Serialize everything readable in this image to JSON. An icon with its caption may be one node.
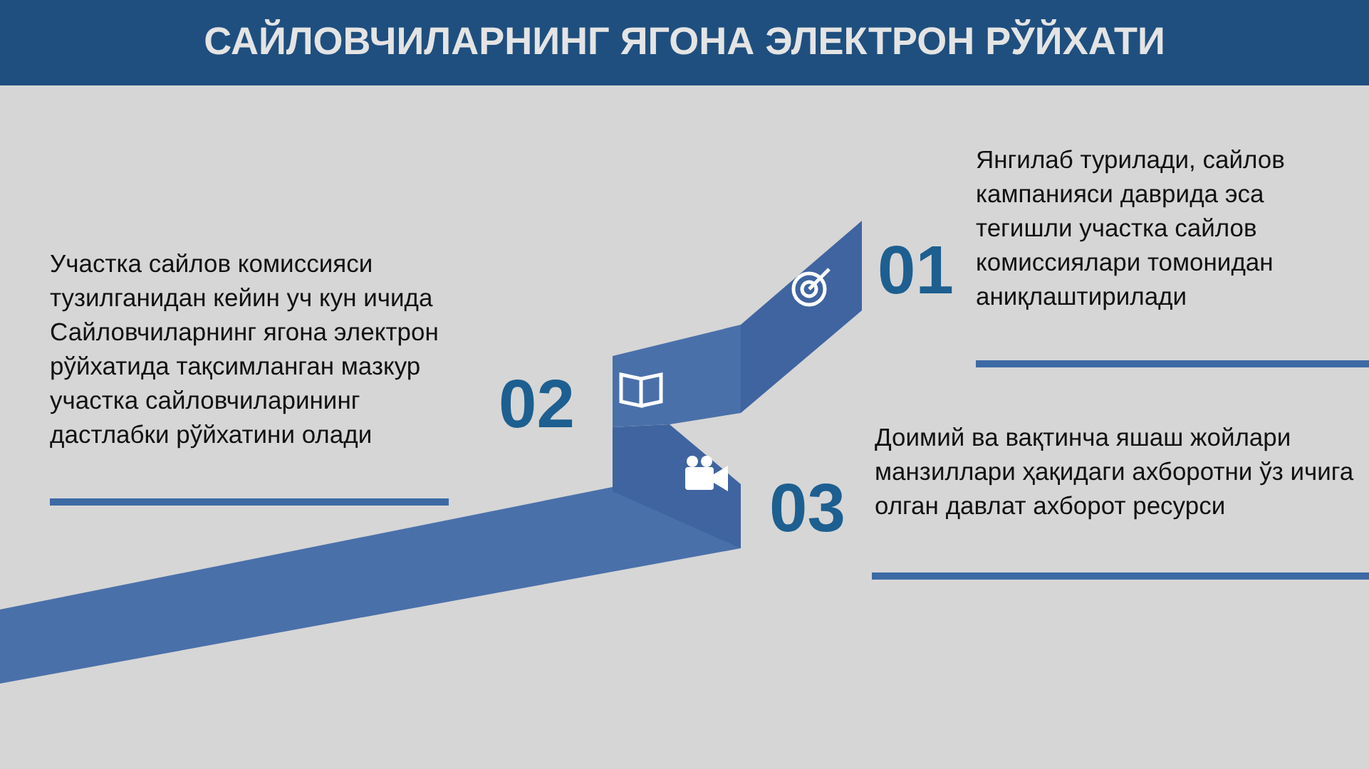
{
  "diagram": {
    "title": "САЙЛОВЧИЛАРНИНГ ЯГОНА ЭЛЕКТРОН РЎЙХАТИ",
    "labels": [
      "Янгилаб турилади, сайлов кампанияси даврида эса тегишли участка сайлов комиссиялари томонидан аниқлаштирилади",
      "01",
      "Участка сайлов комиссияси тузилганидан кейин уч кун ичида Сайловчиларнинг ягона электрон рўйхатида тақсимланган мазкур участка сайловчиларининг дастлабки рўйхатини олади",
      "02",
      "Доимий ва вақтинча яшаш жойлари манзиллари ҳақидаги ахборотни ўз ичига олган давлат ахборот ресурси",
      "03"
    ]
  }
}
